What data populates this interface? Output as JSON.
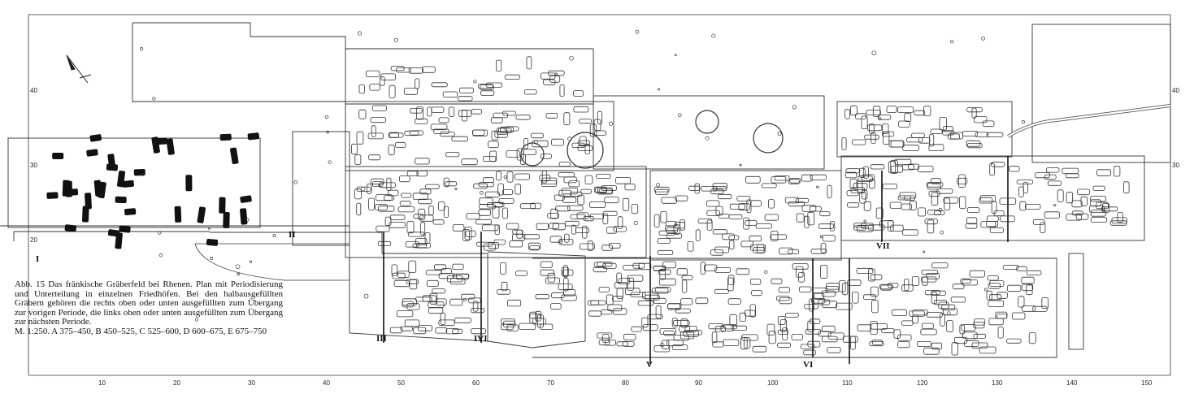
{
  "caption": {
    "line1": "Abb. 15  Das fränkische Gräberfeld bei Rhenen. Plan mit Periodisierung und Unterteilung in einzelnen Friedhöfen. Bei den halbausgefüllten Gräbern gehören die rechts oben oder unten ausgefüllten zum Übergang zur vorigen Periode, die links oben oder unten ausgefüllten zum Übergang zur nächsten Periode.",
    "line2": "M. 1:250. A 375–450, B 450–525, C 525–600, D 600–675, E 675–750"
  },
  "x_axis": {
    "ticks": [
      "10",
      "20",
      "30",
      "40",
      "50",
      "60",
      "70",
      "80",
      "90",
      "100",
      "110",
      "120",
      "130",
      "140",
      "150"
    ]
  },
  "y_axis": {
    "ticks": [
      "40",
      "30",
      "20"
    ]
  },
  "cemetery_sections": [
    "I",
    "II",
    "III",
    "IVI",
    "V",
    "VI",
    "VII"
  ],
  "colors": {
    "ink": "#222222",
    "fill": "#111111",
    "paper": "#ffffff"
  }
}
